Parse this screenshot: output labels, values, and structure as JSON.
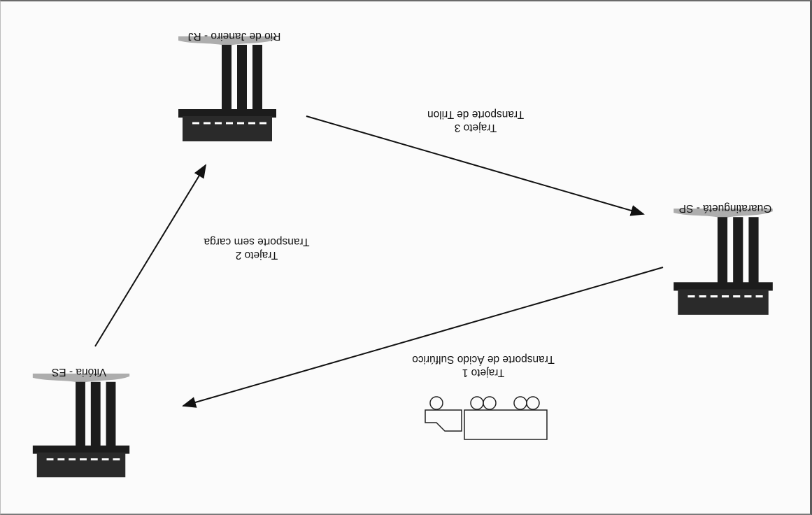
{
  "cities": [
    {
      "name": "Rio de Janeiro - RJ"
    },
    {
      "name": "Guaratinguetá - SP"
    },
    {
      "name": "Vitória - ES"
    }
  ],
  "routes": [
    {
      "id": 1,
      "title": "Trajeto 1",
      "description": "Transporte de Ácido Sulfúrico"
    },
    {
      "id": 2,
      "title": "Trajeto 2",
      "description": "Transporte sem carga"
    },
    {
      "id": 3,
      "title": "Trajeto 3",
      "description": "Transporte de Trilon"
    }
  ],
  "colors": {
    "factory": "#1c1c1c",
    "line": "#111111",
    "ground": "#9a9a9a"
  }
}
